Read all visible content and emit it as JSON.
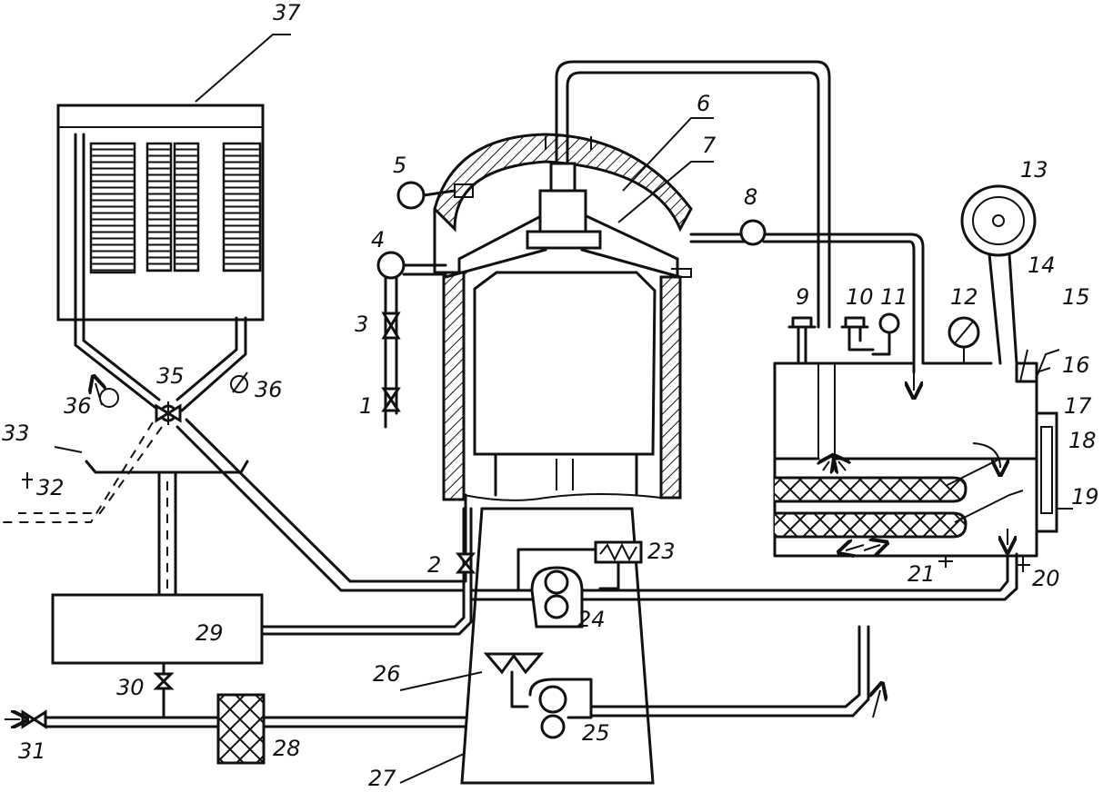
{
  "diagram": {
    "labels": {
      "l1": "1",
      "l2": "2",
      "l3": "3",
      "l4": "4",
      "l5": "5",
      "l6": "6",
      "l7": "7",
      "l8": "8",
      "l9": "9",
      "l10": "10",
      "l11": "11",
      "l12": "12",
      "l13": "13",
      "l14": "14",
      "l15": "15",
      "l16": "16",
      "l17": "17",
      "l18": "18",
      "l19": "19",
      "l20": "20",
      "l21": "21",
      "l23": "23",
      "l24": "24",
      "l25": "25",
      "l26": "26",
      "l27": "27",
      "l28": "28",
      "l29": "29",
      "l30": "30",
      "l31": "31",
      "l32": "32",
      "l33": "33",
      "l35": "35",
      "l36a": "36",
      "l36b": "36",
      "l37": "37"
    },
    "colors": {
      "ink": "#111111",
      "paper": "#ffffff"
    }
  }
}
